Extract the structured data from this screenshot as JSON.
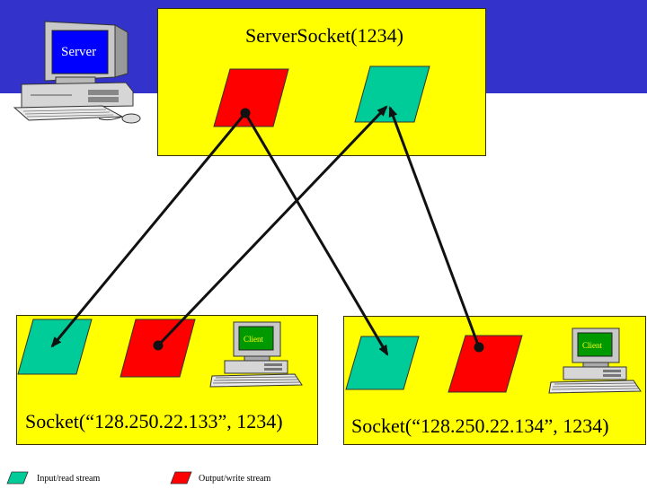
{
  "server": {
    "title": "ServerSocket(1234)",
    "computer_screen_label": "Server"
  },
  "clients": [
    {
      "label": "Socket(“128.250.22.133”, 1234)",
      "screen_label": "Client"
    },
    {
      "label": "Socket(“128.250.22.134”, 1234)",
      "screen_label": "Client"
    }
  ],
  "legend": {
    "input": "Input/read stream",
    "output": "Output/write stream"
  },
  "colors": {
    "input_stream": "#00cc99",
    "output_stream": "#ff0000",
    "box": "#ffff00",
    "banner": "#3333cc"
  }
}
